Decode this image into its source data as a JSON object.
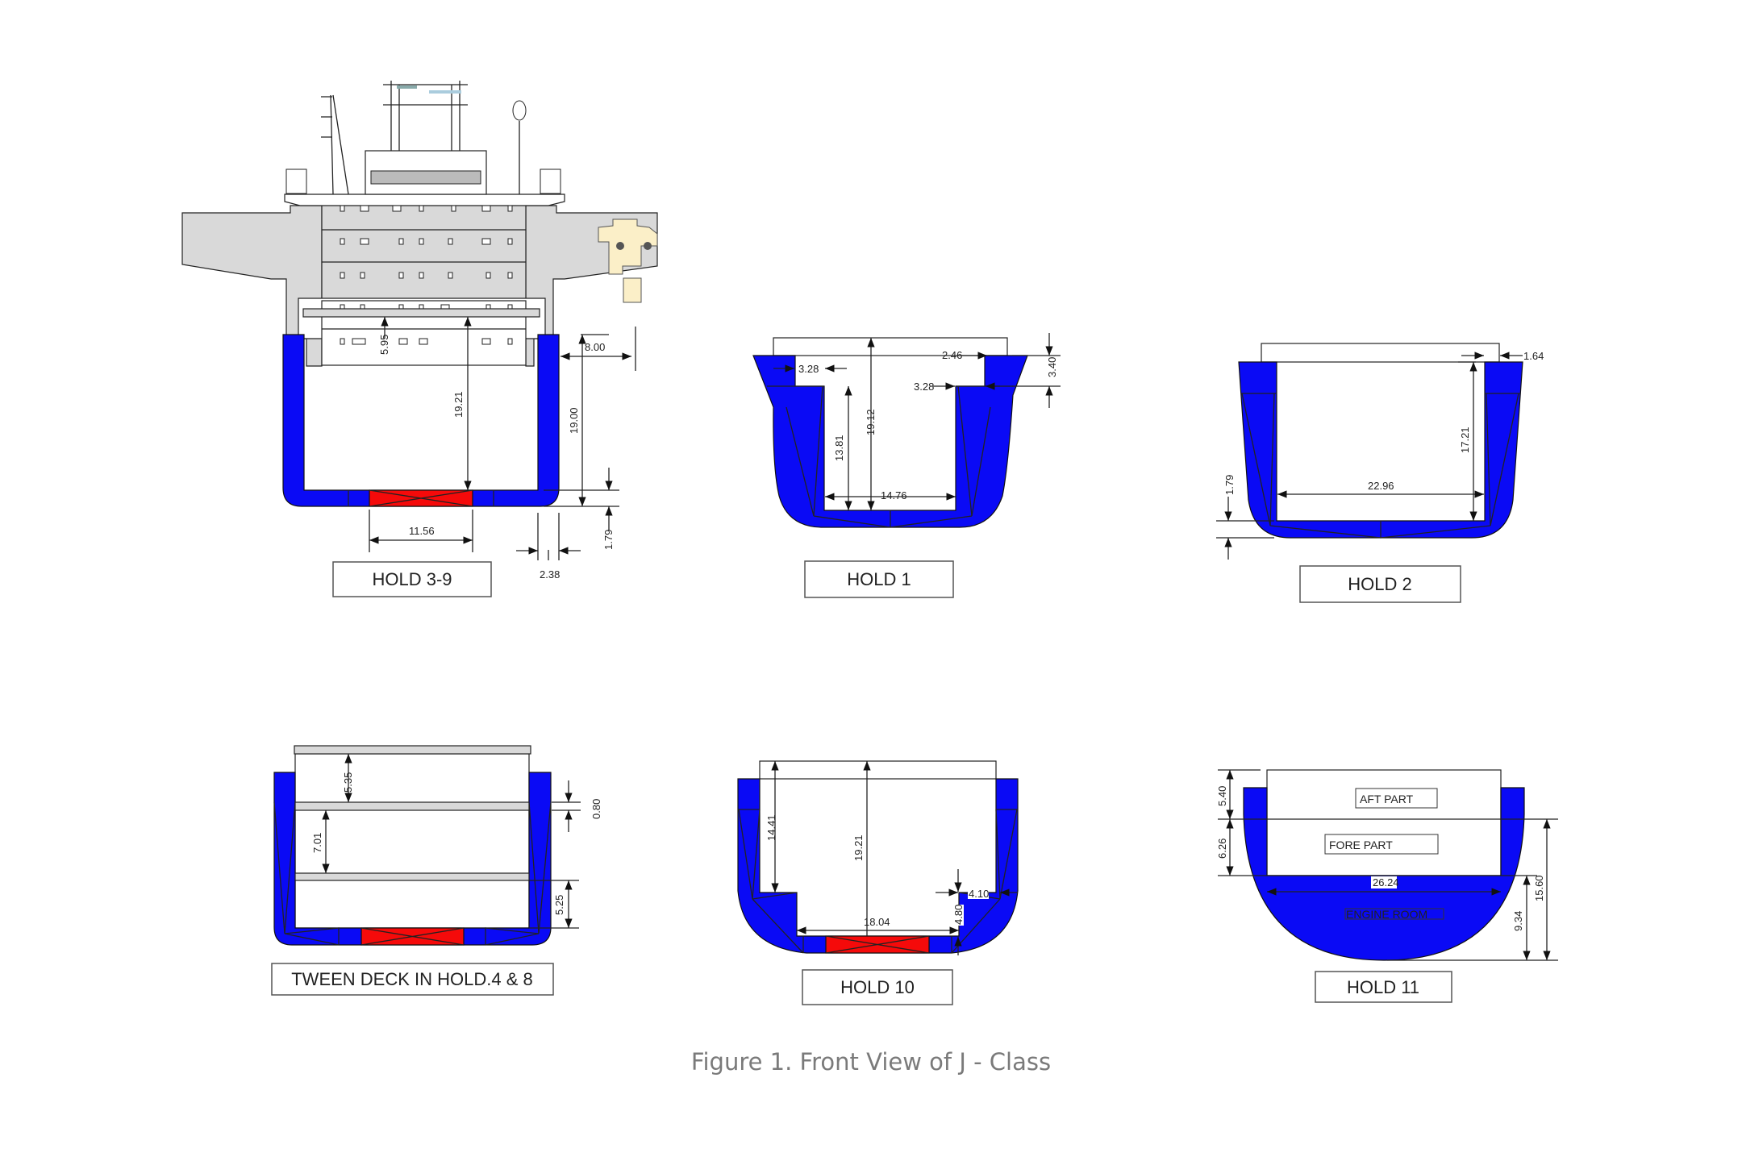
{
  "colors": {
    "hull": "#0a0af5",
    "hatch": "#f50a0a",
    "deck": "#d9d9d9",
    "crane": "#fbefc8",
    "caption": "#7a7a7a"
  },
  "caption": "Figure 1. Front View of J - Class",
  "hold_3_9": {
    "label": "HOLD 3-9",
    "dims": {
      "d595": "5.95",
      "d1921": "19.21",
      "d800": "8.00",
      "d1900": "19.00",
      "d1156": "11.56",
      "d179": "1.79",
      "d238": "2.38"
    }
  },
  "hold_1": {
    "label": "HOLD 1",
    "dims": {
      "d328a": "3.28",
      "d246": "2.46",
      "d340": "3.40",
      "d328b": "3.28",
      "d1912": "19.12",
      "d1381": "13.81",
      "d1476": "14.76"
    }
  },
  "hold_2": {
    "label": "HOLD 2",
    "dims": {
      "d164": "1.64",
      "d1721": "17.21",
      "d2296": "22.96",
      "d179": "1.79"
    }
  },
  "tween_deck": {
    "label": "TWEEN DECK IN HOLD.4 & 8",
    "dims": {
      "d535": "5.35",
      "d080": "0.80",
      "d701": "7.01",
      "d525": "5.25"
    }
  },
  "hold_10": {
    "label": "HOLD 10",
    "dims": {
      "d1441": "14.41",
      "d1921": "19.21",
      "d410": "4.10",
      "d480": "4.80",
      "d1804": "18.04"
    }
  },
  "hold_11": {
    "label": "HOLD 11",
    "parts": {
      "aft": "AFT  PART",
      "fore": "FORE PART",
      "engine": "ENGINE ROOM"
    },
    "dims": {
      "d540": "5.40",
      "d626": "6.26",
      "d2624": "26.24",
      "d934": "9.34",
      "d1560": "15.60"
    }
  }
}
